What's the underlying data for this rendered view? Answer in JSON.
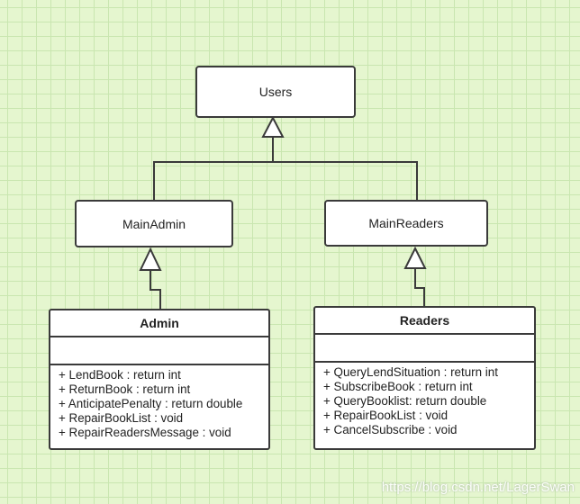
{
  "diagram": {
    "root": {
      "name": "Users"
    },
    "parents": [
      {
        "name": "MainAdmin"
      },
      {
        "name": "MainReaders"
      }
    ],
    "classes": [
      {
        "name": "Admin",
        "methods": [
          "+ LendBook : return int",
          "+ ReturnBook : return int",
          "+ AnticipatePenalty : return double",
          "+ RepairBookList : void",
          "+ RepairReadersMessage : void"
        ]
      },
      {
        "name": "Readers",
        "methods": [
          "+ QueryLendSituation : return int",
          "+ SubscribeBook : return int",
          "+ QueryBooklist: return double",
          "+ RepairBookList : void",
          "+ CancelSubscribe : void"
        ]
      }
    ]
  },
  "watermark": "https://blog.csdn.net/LagerSwan",
  "colors": {
    "background": "#e5f6cf",
    "grid": "#c9e6b0",
    "stroke": "#3a3a3a",
    "box_fill": "#ffffff"
  }
}
